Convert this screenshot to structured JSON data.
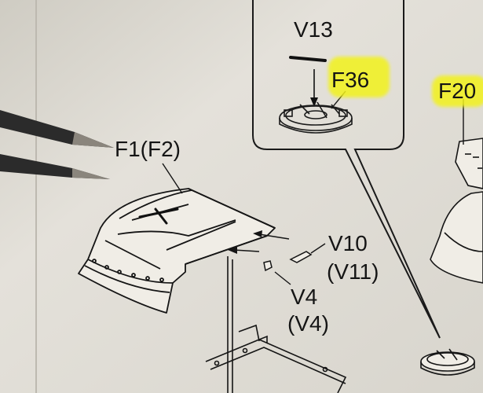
{
  "labels": {
    "v13": "V13",
    "f36": "F36",
    "f20": "F20",
    "f1_f2": "F1(F2)",
    "v10": "V10",
    "v11": "(V11)",
    "v4": "V4",
    "v4_paren": "(V4)"
  },
  "colors": {
    "paper": "#e6e3dc",
    "ink": "#151515",
    "highlight": "#f2f21c",
    "tweezer": "#2b2b2b"
  }
}
